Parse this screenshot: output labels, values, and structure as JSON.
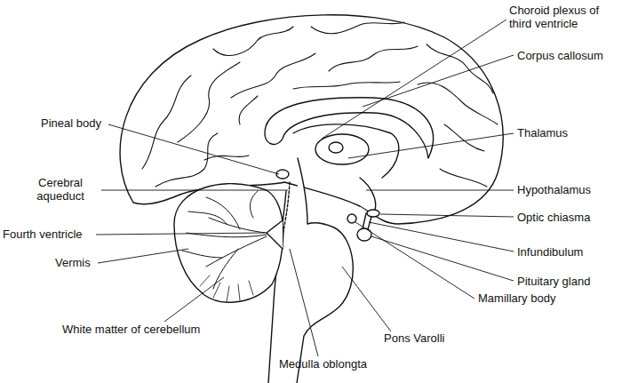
{
  "diagram": {
    "labels": [
      "Choroid plexus of third ventricle",
      "Corpus callosum",
      "Thalamus",
      "Pineal body",
      "Cerebral aqueduct",
      "Hypothalamus",
      "Optic chiasma",
      "Fourth ventricle",
      "Infundibulum",
      "Vermis",
      "Pituitary gland",
      "Mamillary body",
      "White matter of cerebellum",
      "Pons Varolli",
      "Medulla oblongta"
    ]
  }
}
